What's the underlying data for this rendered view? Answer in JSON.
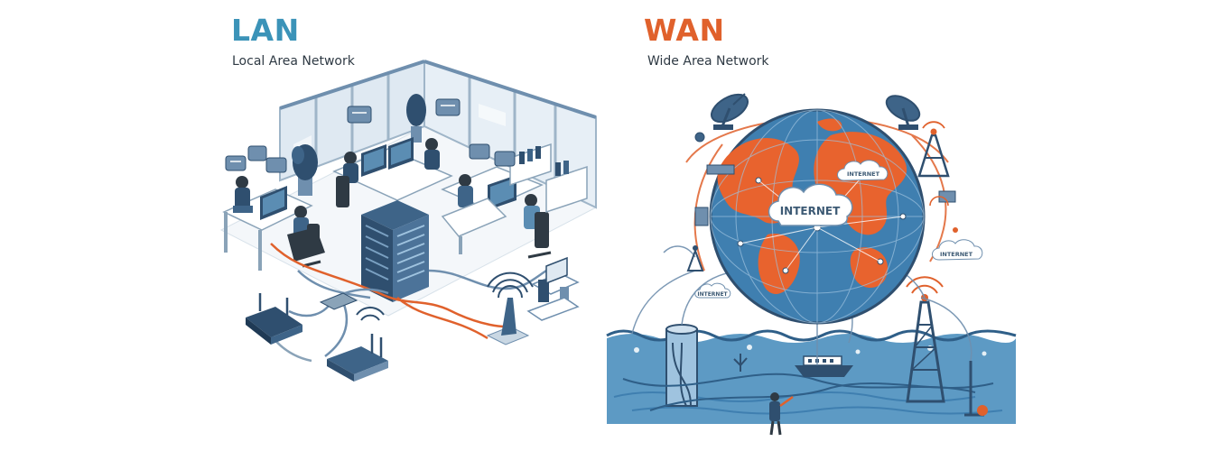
{
  "colors": {
    "lan_accent": "#3b93b8",
    "wan_accent": "#e0612c",
    "navy": "#2f4f6f",
    "steel": "#6f8fae",
    "light_blue": "#cfe0ee",
    "ocean": "#5d9ac4",
    "globe_ocean": "#3f7fb0",
    "land": "#e8632e"
  },
  "lan": {
    "title": "LAN",
    "subtitle": "Local Area Network"
  },
  "wan": {
    "title": "WAN",
    "subtitle": "Wide Area Network",
    "labels": {
      "main": "INTERNET",
      "top": "INTERNET",
      "right": "INTERNET",
      "left": "INTERNET"
    }
  },
  "icons": [
    "office-room-icon",
    "server-rack-icon",
    "router-icon",
    "wifi-icon",
    "satellite-dish-icon",
    "radio-tower-icon",
    "cloud-icon",
    "submarine-cable-icon"
  ]
}
